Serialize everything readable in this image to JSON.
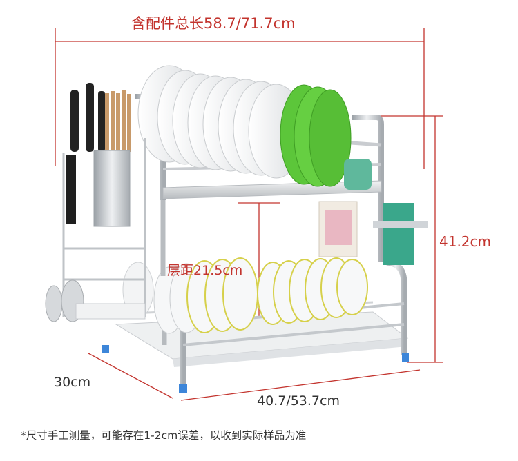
{
  "dimensions": {
    "total_length": "含配件总长58.7/71.7cm",
    "height": "41.2cm",
    "layer_gap": "层距21.5cm",
    "depth": "30cm",
    "width": "40.7/53.7cm"
  },
  "note": "*尺寸手工测量，可能存在1-2cm误差，以收到实际样品为准",
  "colors": {
    "dimension_line": "#c3342e",
    "rack_steel": "#c9cccf",
    "plate_white": "#f4f5f6",
    "plate_green": "#5cc63a",
    "bowl_rim_yellow": "#d9d34a",
    "foot_blue": "#3d86d9",
    "note_text": "#333333"
  }
}
